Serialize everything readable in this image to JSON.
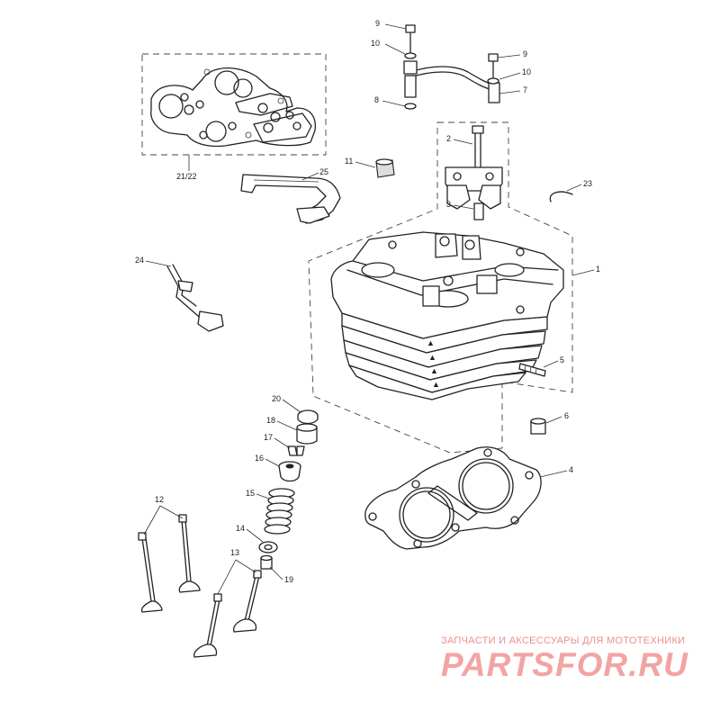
{
  "callouts": {
    "c1": "1",
    "c2": "2",
    "c3": "3",
    "c4": "4",
    "c5": "5",
    "c6": "6",
    "c7": "7",
    "c8": "8",
    "c9a": "9",
    "c9b": "9",
    "c10a": "10",
    "c10b": "10",
    "c11": "11",
    "c12": "12",
    "c13": "13",
    "c14": "14",
    "c15": "15",
    "c16": "16",
    "c17": "17",
    "c18": "18",
    "c19": "19",
    "c20": "20",
    "c2122": "21/22",
    "c23": "23",
    "c24": "24",
    "c25": "25"
  },
  "watermark": {
    "tagline": "ЗАПЧАСТИ И АКСЕССУАРЫ ДЛЯ МОТОТЕХНИКИ",
    "logo": "PartsFor.ru",
    "color": "#f2a4a4"
  }
}
